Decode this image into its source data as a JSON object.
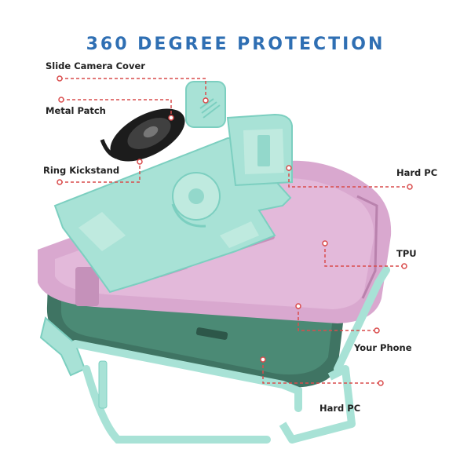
{
  "title": "360 DEGREE PROTECTION",
  "labels": {
    "slide_camera_cover": "Slide Camera Cover",
    "metal_patch": "Metal Patch",
    "ring_kickstand": "Ring Kickstand",
    "hard_pc_top": "Hard PC",
    "tpu": "TPU",
    "your_phone": "Your Phone",
    "hard_pc_bottom": "Hard PC"
  },
  "colors": {
    "title": "#2f6fb3",
    "mint": "#a8e2d6",
    "mint_dark": "#7ccfc0",
    "pink": "#d9a8cf",
    "pink_dark": "#b982ad",
    "phone": "#3f7463",
    "leader": "#d94c4c"
  }
}
